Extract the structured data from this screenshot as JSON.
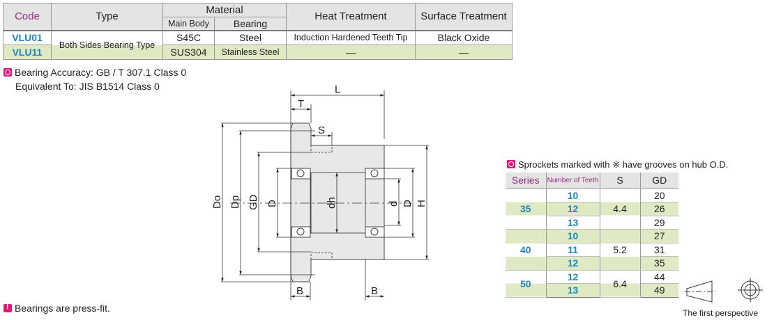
{
  "spec_table": {
    "headers": {
      "code": "Code",
      "type": "Type",
      "material": "Material",
      "main_body": "Main Body",
      "bearing": "Bearing",
      "heat": "Heat Treatment",
      "surface": "Surface Treatment"
    },
    "type_value": "Both Sides Bearing Type",
    "rows": [
      {
        "code": "VLU01",
        "main_body": "S45C",
        "bearing": "Steel",
        "heat": "Induction Hardened Teeth Tip",
        "surface": "Black Oxide"
      },
      {
        "code": "VLU11",
        "main_body": "SUS304",
        "bearing": "Stainless Steel",
        "heat": "—",
        "surface": "—"
      }
    ]
  },
  "notes": {
    "accuracy": "Bearing Accuracy:  GB / T 307.1 Class 0",
    "equivalent": "Equivalent To:  JIS B1514 Class 0",
    "press_fit": "Bearings are press-fit.",
    "grooves": "Sprockets marked with ※ have grooves on hub O.D."
  },
  "drawing": {
    "L": "L",
    "T": "T",
    "S": "S",
    "Do": "Do",
    "Dp": "Dp",
    "GD": "GD",
    "D": "D",
    "dh": "dh",
    "d": "d",
    "H": "H",
    "B": "B"
  },
  "sprocket_table": {
    "headers": {
      "series": "Series",
      "teeth": "Number of Teeth",
      "s": "S",
      "gd": "GD"
    },
    "groups": [
      {
        "series": "35",
        "s": "4.4",
        "rows": [
          {
            "teeth": "10",
            "gd": "20"
          },
          {
            "teeth": "12",
            "gd": "26"
          },
          {
            "teeth": "13",
            "gd": "29"
          }
        ]
      },
      {
        "series": "40",
        "s": "5.2",
        "rows": [
          {
            "teeth": "10",
            "gd": "27"
          },
          {
            "teeth": "11",
            "gd": "31"
          },
          {
            "teeth": "12",
            "gd": "35"
          }
        ]
      },
      {
        "series": "50",
        "s": "6.4",
        "rows": [
          {
            "teeth": "12",
            "gd": "44"
          },
          {
            "teeth": "13",
            "gd": "49"
          }
        ]
      }
    ]
  },
  "projection": {
    "label": "The first perspective"
  },
  "colors": {
    "accent_blue": "#1a86c4",
    "header_purple": "#9b2a7e",
    "row_green": "#dfe9c3",
    "icon_pink": "#e4167c"
  }
}
